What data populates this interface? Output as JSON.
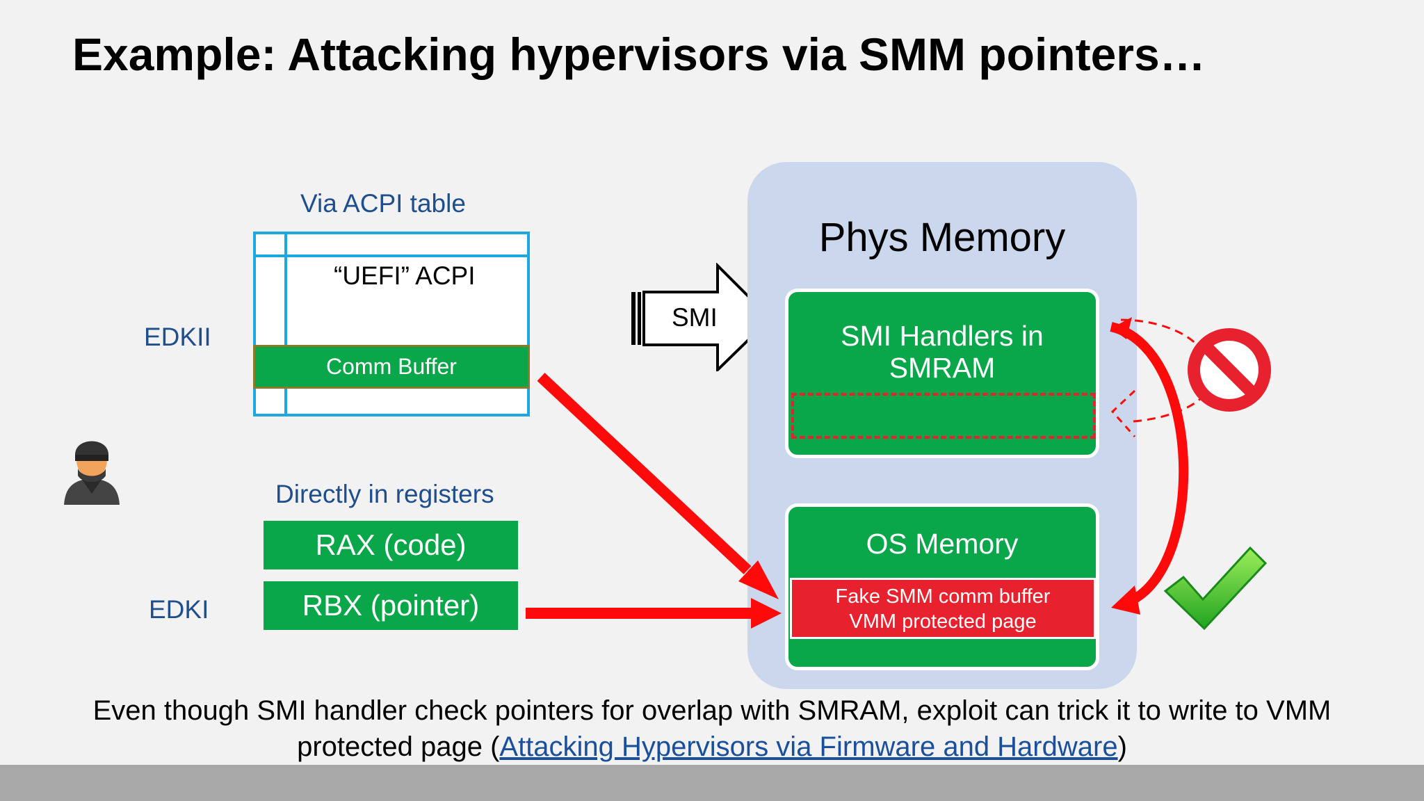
{
  "slide": {
    "title": "Example: Attacking hypervisors via SMM pointers…",
    "acpi": {
      "heading": "Via ACPI table",
      "table_label": "“UEFI” ACPI",
      "comm_buffer": "Comm Buffer",
      "edk_label": "EDKII"
    },
    "registers": {
      "heading": "Directly in registers",
      "rax": "RAX (code)",
      "rbx": "RBX (pointer)",
      "edk_label": "EDKI"
    },
    "smi_arrow_label": "SMI",
    "phys_memory": {
      "title": "Phys Memory",
      "smi_handlers": "SMI Handlers in SMRAM",
      "os_memory": "OS Memory",
      "fake_line1": "Fake SMM comm buffer",
      "fake_line2": "VMM protected page"
    },
    "caption": {
      "line1": "Even though SMI handler check pointers for overlap with SMRAM, exploit can trick it to write to VMM",
      "line2_prefix": "protected page (",
      "link": "Attacking Hypervisors via Firmware and Hardware",
      "line2_suffix": ")"
    },
    "icons": [
      "attacker-icon",
      "prohibited-icon",
      "checkmark-icon"
    ],
    "colors": {
      "green": "#0aa64a",
      "red": "#e8212e",
      "arrow_red": "#ff0a0a",
      "blue_text": "#1f4e8c",
      "panel": "#cbd7ec",
      "acpi_border": "#1ea7e0"
    }
  }
}
